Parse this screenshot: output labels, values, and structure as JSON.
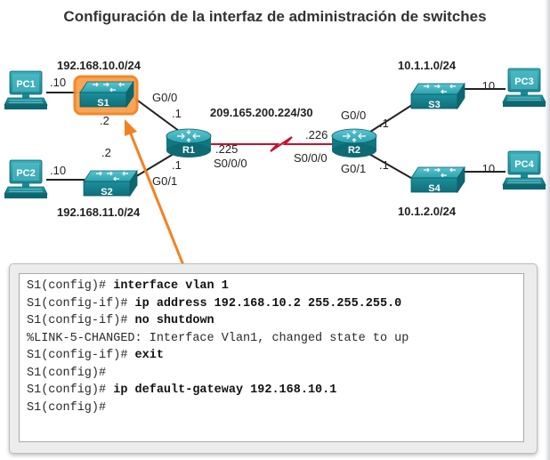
{
  "title": "Configuración de la interfaz de administración de switches",
  "colors": {
    "device_teal": "#1d9aa6",
    "pc_teal": "#239aa6",
    "highlight_orange": "#f48120",
    "serial_link": "#c8102e",
    "text": "#222222"
  },
  "devices": {
    "pc1": "PC1",
    "pc2": "PC2",
    "pc3": "PC3",
    "pc4": "PC4",
    "s1": "S1",
    "s2": "S2",
    "s3": "S3",
    "s4": "S4",
    "r1": "R1",
    "r2": "R2"
  },
  "networks": {
    "lan_s1": "192.168.10.0/24",
    "lan_s2": "192.168.11.0/24",
    "wan": "209.165.200.224/30",
    "lan_s3": "10.1.1.0/24",
    "lan_s4": "10.1.2.0/24"
  },
  "addresses": {
    "pc1": ".10",
    "s1": ".2",
    "s2": ".2",
    "pc2": ".10",
    "r1_g00": ".1",
    "r1_g01": ".1",
    "r1_s000": ".225",
    "r2_s000": ".226",
    "r2_g00": ".1",
    "r2_g01": ".1",
    "pc3": ".10",
    "pc4": ".10"
  },
  "interfaces": {
    "r1_g00": "G0/0",
    "r1_g01": "G0/1",
    "r1_s000": "S0/0/0",
    "r2_s000": "S0/0/0",
    "r2_g00": "G0/0",
    "r2_g01": "G0/1"
  },
  "terminal": {
    "lines": [
      {
        "prompt": "S1(config)# ",
        "cmd": "interface vlan 1"
      },
      {
        "prompt": "S1(config-if)# ",
        "cmd": "ip address 192.168.10.2 255.255.255.0"
      },
      {
        "prompt": "S1(config-if)# ",
        "cmd": "no shutdown"
      },
      {
        "prompt": "%LINK-5-CHANGED: Interface Vlan1, changed state to up",
        "cmd": ""
      },
      {
        "prompt": "S1(config-if)# ",
        "cmd": "exit"
      },
      {
        "prompt": "S1(config)#",
        "cmd": ""
      },
      {
        "prompt": "S1(config)# ",
        "cmd": "ip default-gateway 192.168.10.1"
      },
      {
        "prompt": "S1(config)#",
        "cmd": ""
      }
    ]
  }
}
